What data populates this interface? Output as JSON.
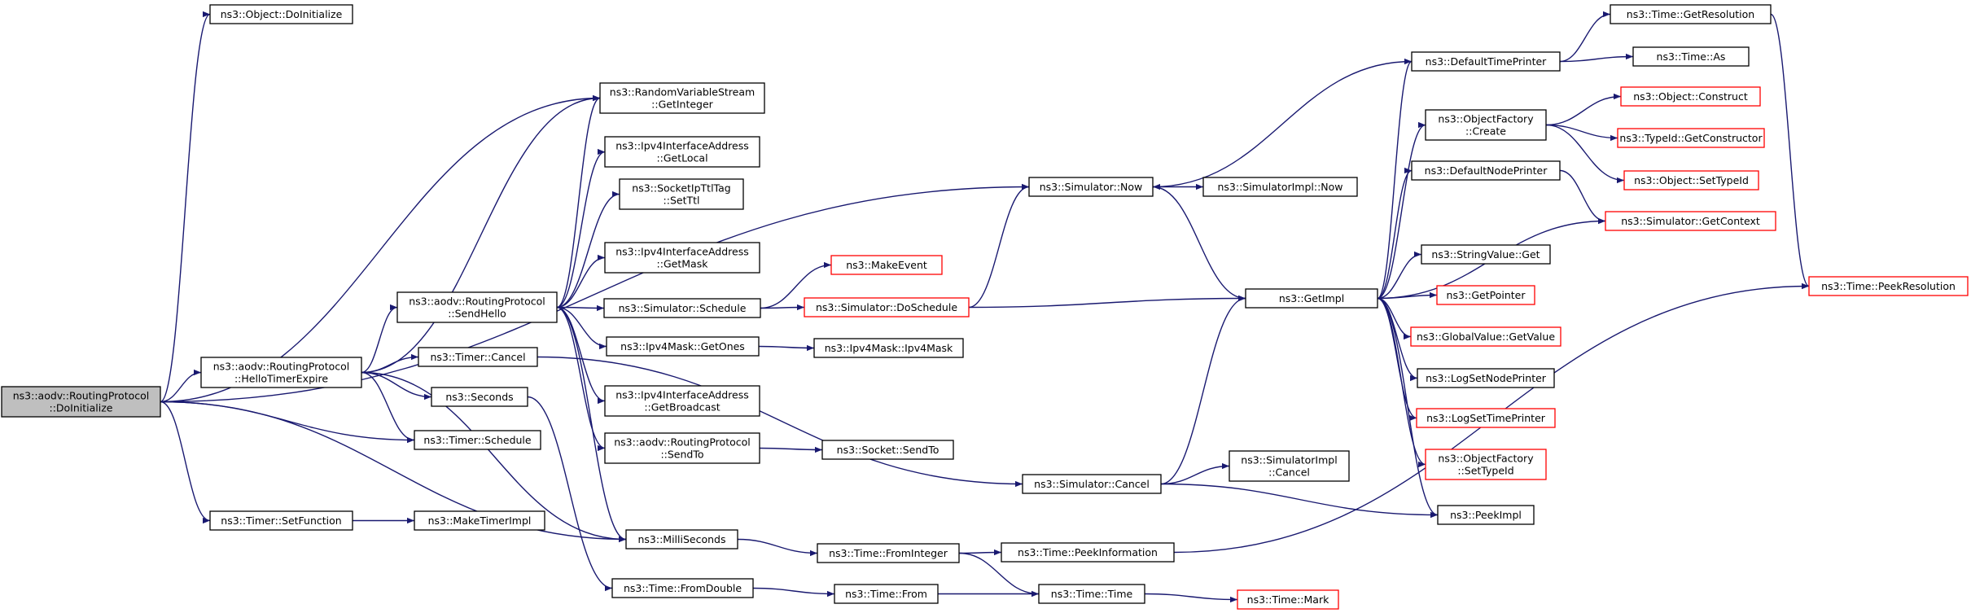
{
  "colors": {
    "edge": "#191970",
    "root_fill": "#bfbfbf",
    "node_fill": "#ffffff",
    "node_border": "#000000",
    "truncated_border": "#ff0000"
  },
  "nodes": [
    {
      "id": "root",
      "lines": [
        "ns3::aodv::RoutingProtocol",
        "::DoInitialize"
      ],
      "style": "root"
    },
    {
      "id": "obj_doinit",
      "lines": [
        "ns3::Object::DoInitialize"
      ],
      "style": "normal"
    },
    {
      "id": "hello_expire",
      "lines": [
        "ns3::aodv::RoutingProtocol",
        "::HelloTimerExpire"
      ],
      "style": "normal"
    },
    {
      "id": "timer_setfn",
      "lines": [
        "ns3::Timer::SetFunction"
      ],
      "style": "normal"
    },
    {
      "id": "make_timer_impl",
      "lines": [
        "ns3::MakeTimerImpl"
      ],
      "style": "normal"
    },
    {
      "id": "send_hello",
      "lines": [
        "ns3::aodv::RoutingProtocol",
        "::SendHello"
      ],
      "style": "normal"
    },
    {
      "id": "timer_cancel",
      "lines": [
        "ns3::Timer::Cancel"
      ],
      "style": "normal"
    },
    {
      "id": "seconds",
      "lines": [
        "ns3::Seconds"
      ],
      "style": "normal"
    },
    {
      "id": "timer_schedule",
      "lines": [
        "ns3::Timer::Schedule"
      ],
      "style": "normal"
    },
    {
      "id": "rvs_getint",
      "lines": [
        "ns3::RandomVariableStream",
        "::GetInteger"
      ],
      "style": "normal"
    },
    {
      "id": "ipv4if_getlocal",
      "lines": [
        "ns3::Ipv4InterfaceAddress",
        "::GetLocal"
      ],
      "style": "normal"
    },
    {
      "id": "socketipttl",
      "lines": [
        "ns3::SocketIpTtlTag",
        "::SetTtl"
      ],
      "style": "normal"
    },
    {
      "id": "ipv4if_getmask",
      "lines": [
        "ns3::Ipv4InterfaceAddress",
        "::GetMask"
      ],
      "style": "normal"
    },
    {
      "id": "sim_schedule",
      "lines": [
        "ns3::Simulator::Schedule"
      ],
      "style": "normal"
    },
    {
      "id": "ipv4mask_getones",
      "lines": [
        "ns3::Ipv4Mask::GetOnes"
      ],
      "style": "normal"
    },
    {
      "id": "ipv4if_getbcast",
      "lines": [
        "ns3::Ipv4InterfaceAddress",
        "::GetBroadcast"
      ],
      "style": "normal"
    },
    {
      "id": "aodv_sendto",
      "lines": [
        "ns3::aodv::RoutingProtocol",
        "::SendTo"
      ],
      "style": "normal"
    },
    {
      "id": "milliseconds",
      "lines": [
        "ns3::MilliSeconds"
      ],
      "style": "normal"
    },
    {
      "id": "time_fromdouble",
      "lines": [
        "ns3::Time::FromDouble"
      ],
      "style": "normal"
    },
    {
      "id": "make_event",
      "lines": [
        "ns3::MakeEvent"
      ],
      "style": "truncated"
    },
    {
      "id": "sim_doschedule",
      "lines": [
        "ns3::Simulator::DoSchedule"
      ],
      "style": "truncated"
    },
    {
      "id": "ipv4mask_ctor",
      "lines": [
        "ns3::Ipv4Mask::Ipv4Mask"
      ],
      "style": "normal"
    },
    {
      "id": "socket_sendto",
      "lines": [
        "ns3::Socket::SendTo"
      ],
      "style": "normal"
    },
    {
      "id": "time_frominteger",
      "lines": [
        "ns3::Time::FromInteger"
      ],
      "style": "normal"
    },
    {
      "id": "time_from",
      "lines": [
        "ns3::Time::From"
      ],
      "style": "normal"
    },
    {
      "id": "sim_now",
      "lines": [
        "ns3::Simulator::Now"
      ],
      "style": "normal"
    },
    {
      "id": "simimpl_now",
      "lines": [
        "ns3::SimulatorImpl::Now"
      ],
      "style": "normal"
    },
    {
      "id": "sim_cancel",
      "lines": [
        "ns3::Simulator::Cancel"
      ],
      "style": "normal"
    },
    {
      "id": "simimpl_cancel",
      "lines": [
        "ns3::SimulatorImpl",
        "::Cancel"
      ],
      "style": "normal"
    },
    {
      "id": "time_peekinfo",
      "lines": [
        "ns3::Time::PeekInformation"
      ],
      "style": "normal"
    },
    {
      "id": "time_time",
      "lines": [
        "ns3::Time::Time"
      ],
      "style": "normal"
    },
    {
      "id": "time_mark",
      "lines": [
        "ns3::Time::Mark"
      ],
      "style": "truncated"
    },
    {
      "id": "getimpl",
      "lines": [
        "ns3::GetImpl"
      ],
      "style": "normal"
    },
    {
      "id": "default_time_printer",
      "lines": [
        "ns3::DefaultTimePrinter"
      ],
      "style": "normal"
    },
    {
      "id": "objfactory_create",
      "lines": [
        "ns3::ObjectFactory",
        "::Create"
      ],
      "style": "normal"
    },
    {
      "id": "default_node_printer",
      "lines": [
        "ns3::DefaultNodePrinter"
      ],
      "style": "normal"
    },
    {
      "id": "stringvalue_get",
      "lines": [
        "ns3::StringValue::Get"
      ],
      "style": "normal"
    },
    {
      "id": "logsetnodeprinter",
      "lines": [
        "ns3::LogSetNodePrinter"
      ],
      "style": "normal"
    },
    {
      "id": "peekimpl",
      "lines": [
        "ns3::PeekImpl"
      ],
      "style": "normal"
    },
    {
      "id": "getpointer",
      "lines": [
        "ns3::GetPointer"
      ],
      "style": "truncated"
    },
    {
      "id": "globalvalue_getvalue",
      "lines": [
        "ns3::GlobalValue::GetValue"
      ],
      "style": "truncated"
    },
    {
      "id": "logsettimeprinter",
      "lines": [
        "ns3::LogSetTimePrinter"
      ],
      "style": "truncated"
    },
    {
      "id": "objfactory_settypeid",
      "lines": [
        "ns3::ObjectFactory",
        "::SetTypeId"
      ],
      "style": "truncated"
    },
    {
      "id": "sim_getcontext",
      "lines": [
        "ns3::Simulator::GetContext"
      ],
      "style": "truncated"
    },
    {
      "id": "time_getresolution",
      "lines": [
        "ns3::Time::GetResolution"
      ],
      "style": "normal"
    },
    {
      "id": "time_as",
      "lines": [
        "ns3::Time::As"
      ],
      "style": "normal"
    },
    {
      "id": "obj_construct",
      "lines": [
        "ns3::Object::Construct"
      ],
      "style": "truncated"
    },
    {
      "id": "typeid_getctor",
      "lines": [
        "ns3::TypeId::GetConstructor"
      ],
      "style": "truncated"
    },
    {
      "id": "obj_settypeid",
      "lines": [
        "ns3::Object::SetTypeId"
      ],
      "style": "truncated"
    },
    {
      "id": "time_peekresolution",
      "lines": [
        "ns3::Time::PeekResolution"
      ],
      "style": "truncated"
    }
  ],
  "edges": [
    [
      "root",
      "obj_doinit"
    ],
    [
      "root",
      "hello_expire"
    ],
    [
      "root",
      "timer_setfn"
    ],
    [
      "root",
      "rvs_getint"
    ],
    [
      "root",
      "timer_schedule"
    ],
    [
      "root",
      "milliseconds"
    ],
    [
      "root",
      "sim_now"
    ],
    [
      "timer_setfn",
      "make_timer_impl"
    ],
    [
      "hello_expire",
      "send_hello"
    ],
    [
      "hello_expire",
      "timer_cancel"
    ],
    [
      "hello_expire",
      "seconds"
    ],
    [
      "hello_expire",
      "timer_schedule"
    ],
    [
      "hello_expire",
      "rvs_getint"
    ],
    [
      "hello_expire",
      "milliseconds"
    ],
    [
      "send_hello",
      "rvs_getint"
    ],
    [
      "send_hello",
      "ipv4if_getlocal"
    ],
    [
      "send_hello",
      "socketipttl"
    ],
    [
      "send_hello",
      "ipv4if_getmask"
    ],
    [
      "send_hello",
      "sim_schedule"
    ],
    [
      "send_hello",
      "ipv4mask_getones"
    ],
    [
      "send_hello",
      "ipv4if_getbcast"
    ],
    [
      "send_hello",
      "aodv_sendto"
    ],
    [
      "send_hello",
      "milliseconds"
    ],
    [
      "timer_cancel",
      "sim_cancel"
    ],
    [
      "seconds",
      "time_fromdouble"
    ],
    [
      "sim_schedule",
      "make_event"
    ],
    [
      "sim_schedule",
      "sim_doschedule"
    ],
    [
      "ipv4mask_getones",
      "ipv4mask_ctor"
    ],
    [
      "aodv_sendto",
      "socket_sendto"
    ],
    [
      "milliseconds",
      "time_frominteger"
    ],
    [
      "time_fromdouble",
      "time_from"
    ],
    [
      "time_frominteger",
      "time_peekinfo"
    ],
    [
      "time_frominteger",
      "time_time"
    ],
    [
      "time_from",
      "time_time"
    ],
    [
      "time_time",
      "time_mark"
    ],
    [
      "time_peekinfo",
      "time_peekresolution"
    ],
    [
      "sim_doschedule",
      "sim_now"
    ],
    [
      "sim_doschedule",
      "getimpl"
    ],
    [
      "sim_now",
      "simimpl_now"
    ],
    [
      "sim_now",
      "getimpl"
    ],
    [
      "sim_cancel",
      "simimpl_cancel"
    ],
    [
      "sim_cancel",
      "getimpl"
    ],
    [
      "sim_cancel",
      "peekimpl"
    ],
    [
      "default_time_printer",
      "sim_now"
    ],
    [
      "default_time_printer",
      "time_getresolution"
    ],
    [
      "default_time_printer",
      "time_as"
    ],
    [
      "getimpl",
      "default_time_printer"
    ],
    [
      "getimpl",
      "objfactory_create"
    ],
    [
      "getimpl",
      "default_node_printer"
    ],
    [
      "getimpl",
      "sim_getcontext"
    ],
    [
      "getimpl",
      "stringvalue_get"
    ],
    [
      "getimpl",
      "getpointer"
    ],
    [
      "getimpl",
      "globalvalue_getvalue"
    ],
    [
      "getimpl",
      "logsetnodeprinter"
    ],
    [
      "getimpl",
      "logsettimeprinter"
    ],
    [
      "getimpl",
      "objfactory_settypeid"
    ],
    [
      "getimpl",
      "peekimpl"
    ],
    [
      "default_node_printer",
      "sim_getcontext"
    ],
    [
      "objfactory_create",
      "obj_construct"
    ],
    [
      "objfactory_create",
      "typeid_getctor"
    ],
    [
      "objfactory_create",
      "obj_settypeid"
    ],
    [
      "time_getresolution",
      "time_peekresolution"
    ]
  ]
}
